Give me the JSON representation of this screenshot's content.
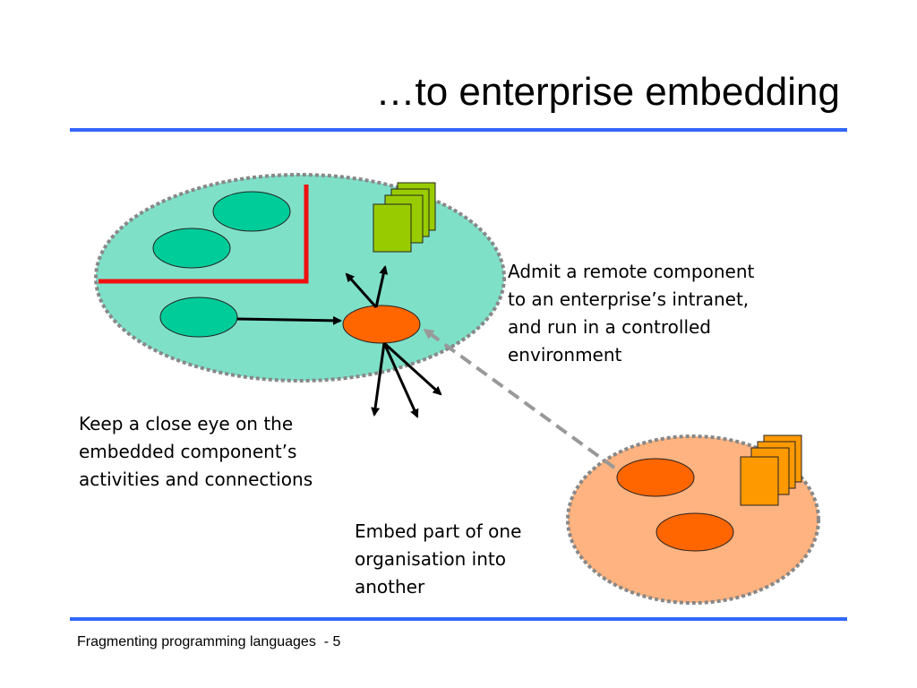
{
  "slide": {
    "title": "…to enterprise embedding",
    "footer": "Fragmenting programming languages  - 5"
  },
  "captions": {
    "admit": "Admit a remote component\nto an enterprise’s intranet,\nand run in a controlled\nenvironment",
    "watch": "Keep a close eye on the\nembedded component’s\nactivities and connections",
    "embed": "Embed part of one\norganisation into\nanother"
  },
  "colors": {
    "accent_rule": "#3366ff",
    "enterprise_fill": "#7fe0c8",
    "enterprise_component": "#00cc99",
    "remote_org_fill": "#ffb380",
    "remote_component": "#ff6600",
    "firewall": "#ee1111",
    "enterprise_docs": "#99cc00",
    "remote_docs": "#ff9900",
    "dashed_link": "#999999"
  }
}
